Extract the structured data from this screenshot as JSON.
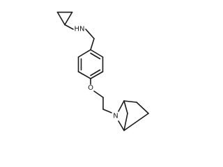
{
  "molecule": {
    "atom_labels": {
      "amine_nh": "HN",
      "ether_o": "O",
      "ring_n": "N"
    }
  }
}
